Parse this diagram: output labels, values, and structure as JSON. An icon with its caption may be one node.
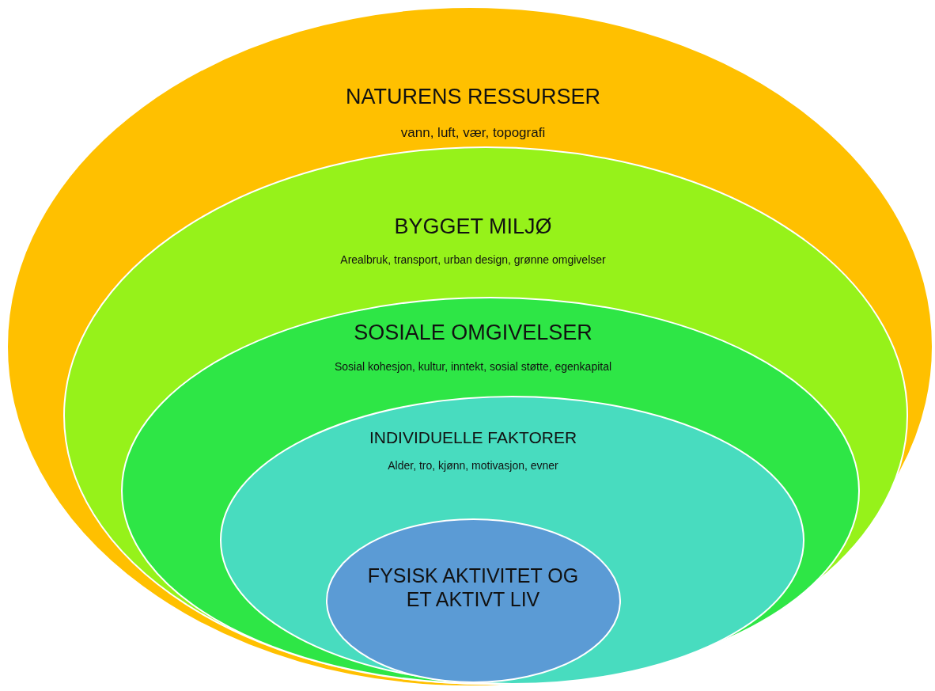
{
  "diagram": {
    "nodes": [
      {
        "text": [
          "NATURENS RESSURSER",
          "vann, luft, vær, topografi"
        ]
      },
      {
        "text": [
          "BYGGET MILJØ",
          "Arealbruk, transport, urban design, grønne omgivelser"
        ],
        "in": 0
      },
      {
        "text": [
          "SOSIALE OMGIVELSER",
          "Sosial kohesjon, kultur, inntekt, sosial støtte, egenkapital"
        ],
        "in": 1
      },
      {
        "text": [
          "INDIVIDUELLE FAKTORER",
          "Alder, tro, kjønn, motivasjon, evner"
        ],
        "in": 2
      },
      {
        "text": [
          "FYSISK AKTIVITET OG ET AKTIVT LIV"
        ],
        "in": 3
      }
    ],
    "edges": []
  }
}
